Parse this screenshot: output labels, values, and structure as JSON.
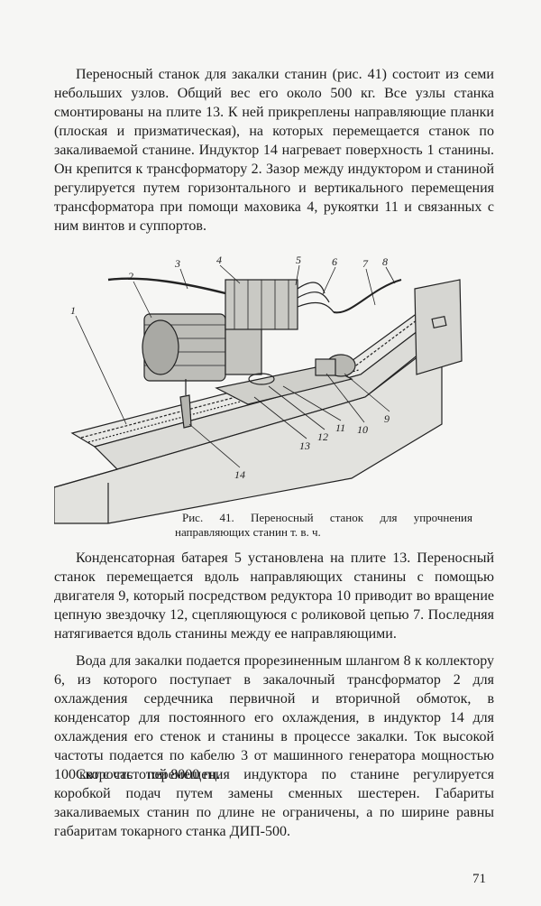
{
  "paragraphs": {
    "p1": "Переносный станок для закалки станин (рис. 41) состоит из семи небольших узлов. Общий вес его около 500 кг. Все узлы станка смонтированы на плите 13. К ней прикреплены направляющие планки (плоская и призматическая), на которых перемещается станок по закаливаемой станине. Индуктор 14 нагревает поверхность 1 станины. Он крепится к трансформатору 2. Зазор между индуктором и станиной регулируется путем горизонтального и вертикального перемещения трансформатора при помощи маховика 4, рукоятки 11 и связанных с ним винтов и суппортов.",
    "p2": "Конденсаторная батарея 5 установлена на плите 13. Переносный станок перемещается вдоль направляющих станины с помощью двигателя 9, который посредством редуктора 10 приводит во вращение цепную звездочку 12, сцепляющуюся с роликовой цепью 7. Последняя натягивается вдоль станины между ее направляющими.",
    "p3": "Вода для закалки подается прорезиненным шлангом 8 к коллектору 6, из которого поступает в закалочный трансформатор 2 для охлаждения сердечника первичной и вторичной обмоток, в конденсатор для постоянного его охлаждения, в индуктор 14 для охлаждения его стенок и станины в процессе закалки. Ток высокой частоты подается по кабелю 3 от машинного генератора мощностью 100 квт с частотой 8000 гц.",
    "p4": "Скорость перемещения индуктора по станине регулируется коробкой подач путем замены сменных шестерен. Габариты закаливаемых станин по длине не ограничены, а по ширине равны габаритам токарного станка ДИП-500."
  },
  "figure": {
    "caption": "Рис. 41. Переносный станок для упрочнения направляющих станин т. в. ч.",
    "labels": {
      "l1": "1",
      "l2": "2",
      "l3": "3",
      "l4": "4",
      "l5": "5",
      "l6": "6",
      "l7": "7",
      "l8": "8",
      "l9": "9",
      "l10": "10",
      "l11": "11",
      "l12": "12",
      "l13": "13",
      "l14": "14"
    }
  },
  "page_number": "71"
}
